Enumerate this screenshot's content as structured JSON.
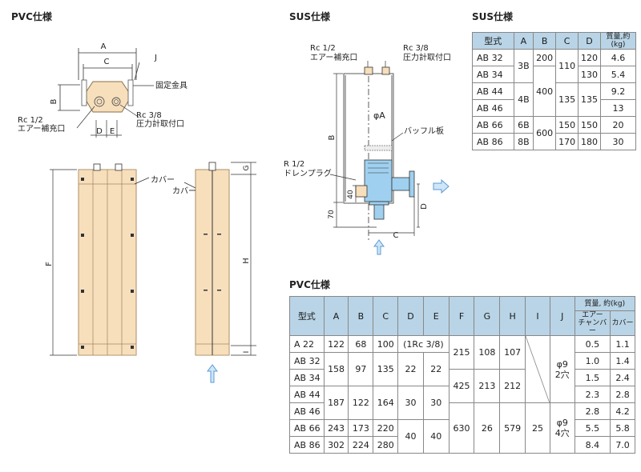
{
  "sections": {
    "pvc_drawing_title": "PVC仕様",
    "sus_drawing_title": "SUS仕様",
    "sus_table_title": "SUS仕様",
    "pvc_table_title": "PVC仕様"
  },
  "pvc_drawing": {
    "dims": {
      "A": "A",
      "C": "C",
      "J": "J",
      "B": "B",
      "D": "D",
      "E": "E",
      "F": "F",
      "G": "G",
      "H": "H",
      "I": "I"
    },
    "label_bracket": "固定金具",
    "label_rc12_a": "Rc 1/2",
    "label_rc12_b": "エアー補充口",
    "label_rc38_a": "Rc 3/8",
    "label_rc38_b": "圧力計取付口",
    "label_cover": "カバー"
  },
  "sus_drawing": {
    "label_rc12_a": "Rc 1/2",
    "label_rc12_b": "エアー補充口",
    "label_rc38_a": "Rc 3/8",
    "label_rc38_b": "圧力計取付口",
    "label_phiA": "φA",
    "label_baffle": "バッフル板",
    "label_r12_a": "R 1/2",
    "label_r12_b": "ドレンプラグ",
    "dim_B": "B",
    "dim_40": "40",
    "dim_70": "70",
    "dim_C": "C",
    "dim_D": "D"
  },
  "colors": {
    "wood": "#f7dfbc",
    "wood_stroke": "#a88c65",
    "blue_fill": "#9fd0f0",
    "arrow_blue": "#5b9bd5",
    "header_bg": "#b9d4e6"
  },
  "sus_table": {
    "headers": [
      "型式",
      "A",
      "B",
      "C",
      "D",
      "質量,約(kg)"
    ],
    "rows": [
      {
        "model": "AB 32",
        "A": "3B",
        "B": "200",
        "C": "110",
        "D": "120",
        "W": "4.6"
      },
      {
        "model": "AB 34",
        "A": "",
        "B": "400",
        "C": "",
        "D": "130",
        "W": "5.4"
      },
      {
        "model": "AB 44",
        "A": "4B",
        "B": "",
        "C": "135",
        "D": "135",
        "W": "9.2"
      },
      {
        "model": "AB 46",
        "A": "",
        "B": "600",
        "C": "",
        "D": "",
        "W": "13"
      },
      {
        "model": "AB 66",
        "A": "6B",
        "B": "",
        "C": "150",
        "D": "150",
        "W": "20"
      },
      {
        "model": "AB 86",
        "A": "8B",
        "B": "",
        "C": "170",
        "D": "180",
        "W": "30"
      }
    ]
  },
  "pvc_table": {
    "headers": [
      "型式",
      "A",
      "B",
      "C",
      "D",
      "E",
      "F",
      "G",
      "H",
      "I",
      "J"
    ],
    "weight_header": "質量, 約(kg)",
    "weight_sub1_a": "エアー",
    "weight_sub1_b": "チャンバー",
    "weight_sub2": "カバー",
    "rows": [
      {
        "model": "A 22",
        "A": "122",
        "B": "68",
        "C": "100",
        "DE": "(1Rc 3/8)",
        "F": "215",
        "G": "108",
        "H": "107",
        "I": "",
        "W1": "0.5",
        "W2": "1.1"
      },
      {
        "model": "AB 32",
        "A": "158",
        "B": "97",
        "C": "135",
        "D": "22",
        "E": "22",
        "W1": "1.0",
        "W2": "1.4"
      },
      {
        "model": "AB 34",
        "F": "425",
        "G": "213",
        "H": "212",
        "W1": "1.5",
        "W2": "2.4"
      },
      {
        "model": "AB 44",
        "A": "187",
        "B": "122",
        "C": "164",
        "D": "30",
        "E": "30",
        "W1": "2.3",
        "W2": "2.8"
      },
      {
        "model": "AB 46",
        "F": "630",
        "G": "26",
        "H": "579",
        "I": "25",
        "W1": "2.8",
        "W2": "4.2"
      },
      {
        "model": "AB 66",
        "A": "243",
        "B": "173",
        "C": "220",
        "D": "40",
        "E": "40",
        "W1": "5.5",
        "W2": "5.8"
      },
      {
        "model": "AB 86",
        "A": "302",
        "B": "224",
        "C": "280",
        "W1": "8.4",
        "W2": "7.0"
      }
    ],
    "J_top_a": "φ9",
    "J_top_b": "2穴",
    "J_bot_a": "φ9",
    "J_bot_b": "4穴"
  }
}
